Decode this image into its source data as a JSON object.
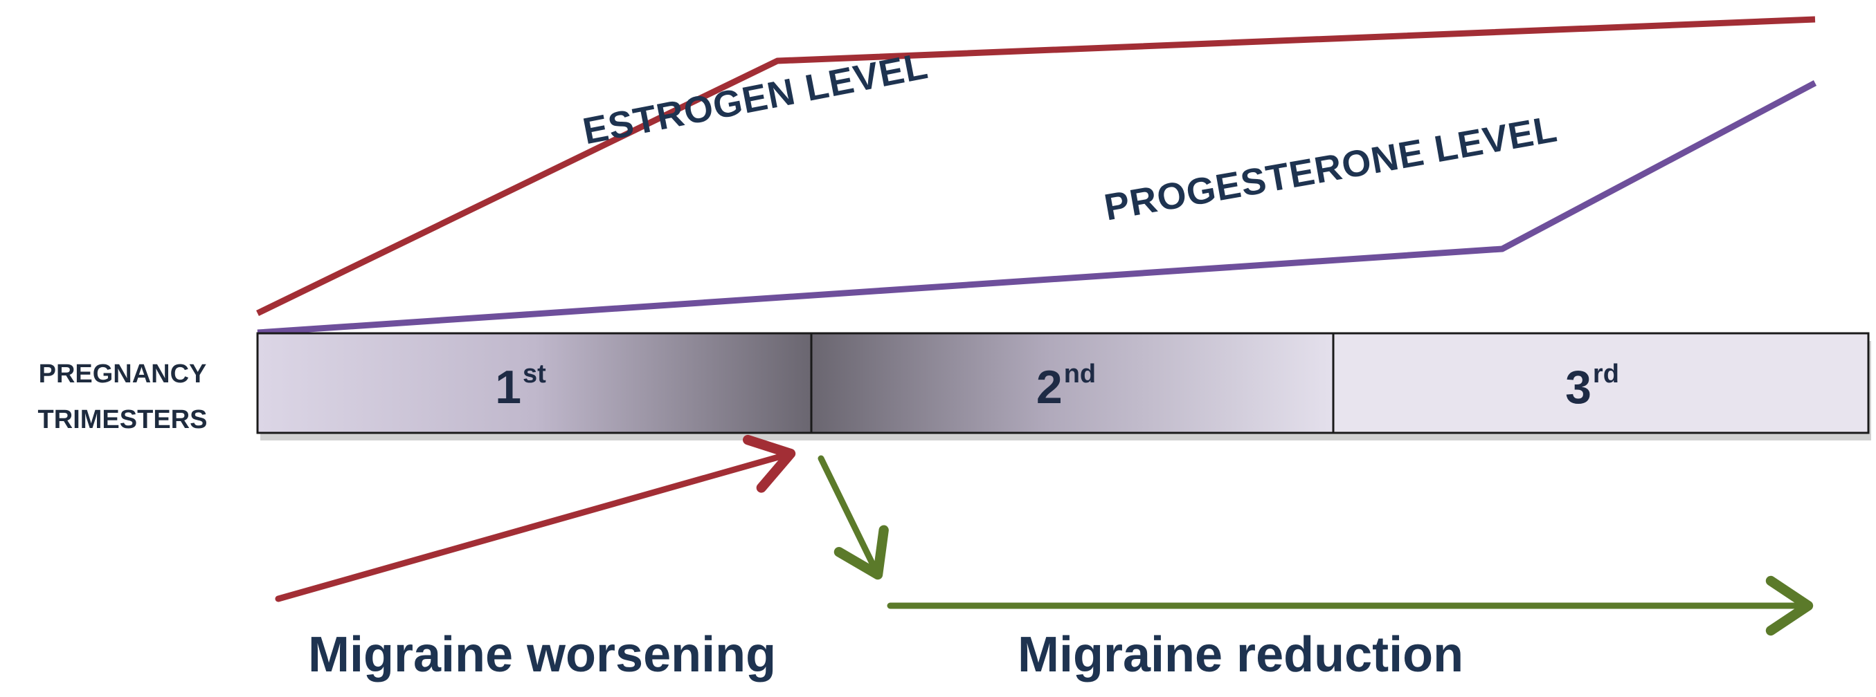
{
  "hormones": {
    "estrogen_label": "ESTROGEN LEVEL",
    "progesterone_label": "PROGESTERONE LEVEL",
    "estrogen_color": "#a22e35",
    "progesterone_color": "#6e4f9b"
  },
  "timeline": {
    "axis_label_line1": "PREGNANCY",
    "axis_label_line2": "TRIMESTERS",
    "trimesters": [
      {
        "number": "1",
        "suffix": "st"
      },
      {
        "number": "2",
        "suffix": "nd"
      },
      {
        "number": "3",
        "suffix": "rd"
      }
    ]
  },
  "effects": {
    "worsening_label": "Migraine worsening",
    "reduction_label": "Migraine reduction",
    "worsening_color": "#a22e35",
    "reduction_color": "#5b7a2a"
  }
}
